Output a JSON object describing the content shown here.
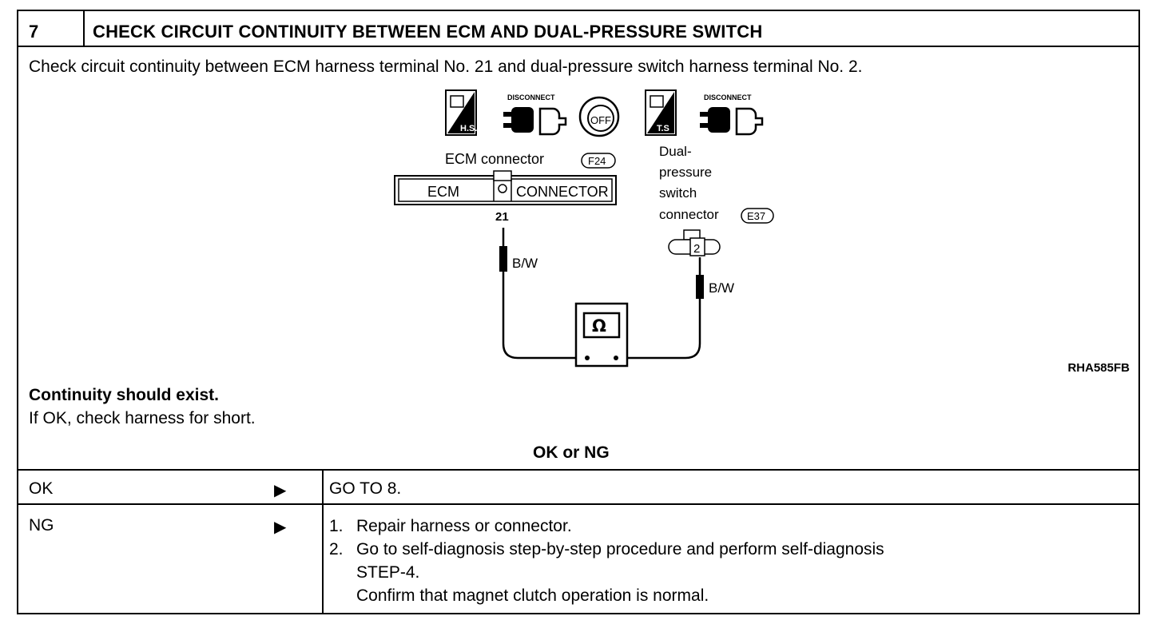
{
  "header": {
    "step_number": "7",
    "title": "CHECK CIRCUIT CONTINUITY BETWEEN ECM AND DUAL-PRESSURE SWITCH"
  },
  "instruction": "Check circuit continuity between ECM harness terminal No. 21 and dual-pressure switch harness terminal No. 2.",
  "diagram": {
    "icon_hs_label": "H.S.",
    "icon_ts_label": "T.S",
    "disconnect_label": "DISCONNECT",
    "off_label": "OFF",
    "ecm_connector_label": "ECM  connector",
    "ecm_connector_code": "F24",
    "ecm_box_label": "ECM",
    "connector_box_label": "CONNECTOR",
    "ecm_terminal": "21",
    "switch_connector_lines": [
      "Dual-",
      "pressure",
      "switch",
      "connector"
    ],
    "switch_connector_code": "E37",
    "switch_terminal": "2",
    "wire_color_left": "B/W",
    "wire_color_right": "B/W",
    "meter_symbol": "Ω",
    "figure_code": "RHA585FB"
  },
  "criteria": {
    "expected": "Continuity should exist.",
    "if_ok": "If OK, check harness for short."
  },
  "result_heading": "OK or NG",
  "results": [
    {
      "label": "OK",
      "arrow": "▶",
      "action": "GO TO 8."
    },
    {
      "label": "NG",
      "arrow": "▶",
      "steps": [
        {
          "num": "1.",
          "lines": [
            "Repair harness or connector."
          ]
        },
        {
          "num": "2.",
          "lines": [
            "Go to self-diagnosis step-by-step procedure and perform self-diagnosis",
            "STEP-4.",
            "Confirm that magnet clutch operation is normal."
          ]
        }
      ]
    }
  ]
}
